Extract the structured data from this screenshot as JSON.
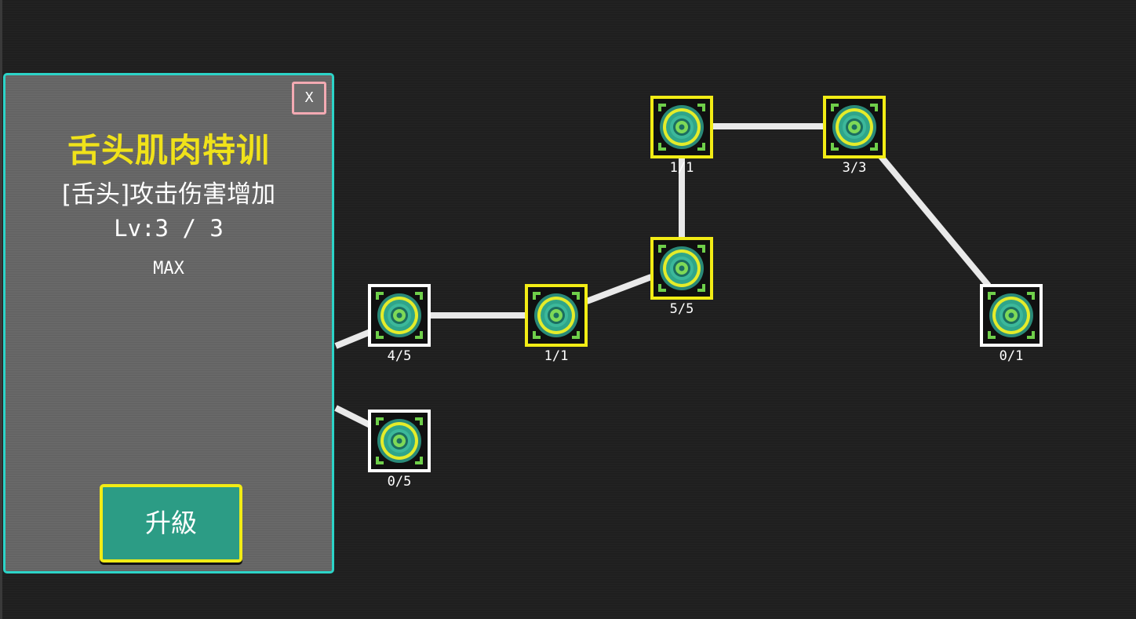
{
  "skill_panel": {
    "close_label": "X",
    "title": "舌头肌肉特训",
    "description": "[舌头]攻击伤害增加",
    "level_text": "Lv:3 / 3",
    "status_text": "MAX",
    "upgrade_label": "升級"
  },
  "skill_tree": {
    "nodes": [
      {
        "count": "4/5",
        "unlocked": false
      },
      {
        "count": "0/5",
        "unlocked": false
      },
      {
        "count": "1/1",
        "unlocked": true
      },
      {
        "count": "5/5",
        "unlocked": true
      },
      {
        "count": "1/1",
        "unlocked": true
      },
      {
        "count": "3/3",
        "unlocked": true
      },
      {
        "count": "0/1",
        "unlocked": false
      }
    ]
  },
  "colors": {
    "background": "#1f1f1f",
    "panel_border": "#2cd4c8",
    "title_yellow": "#f0e21a",
    "node_active_border": "#f2ec15",
    "node_inactive_border": "#ffffff",
    "upgrade_button": "#2c9c85",
    "close_button_border": "#f3aab3"
  },
  "icons": {
    "skill_node_icon": "target-disc-icon"
  }
}
